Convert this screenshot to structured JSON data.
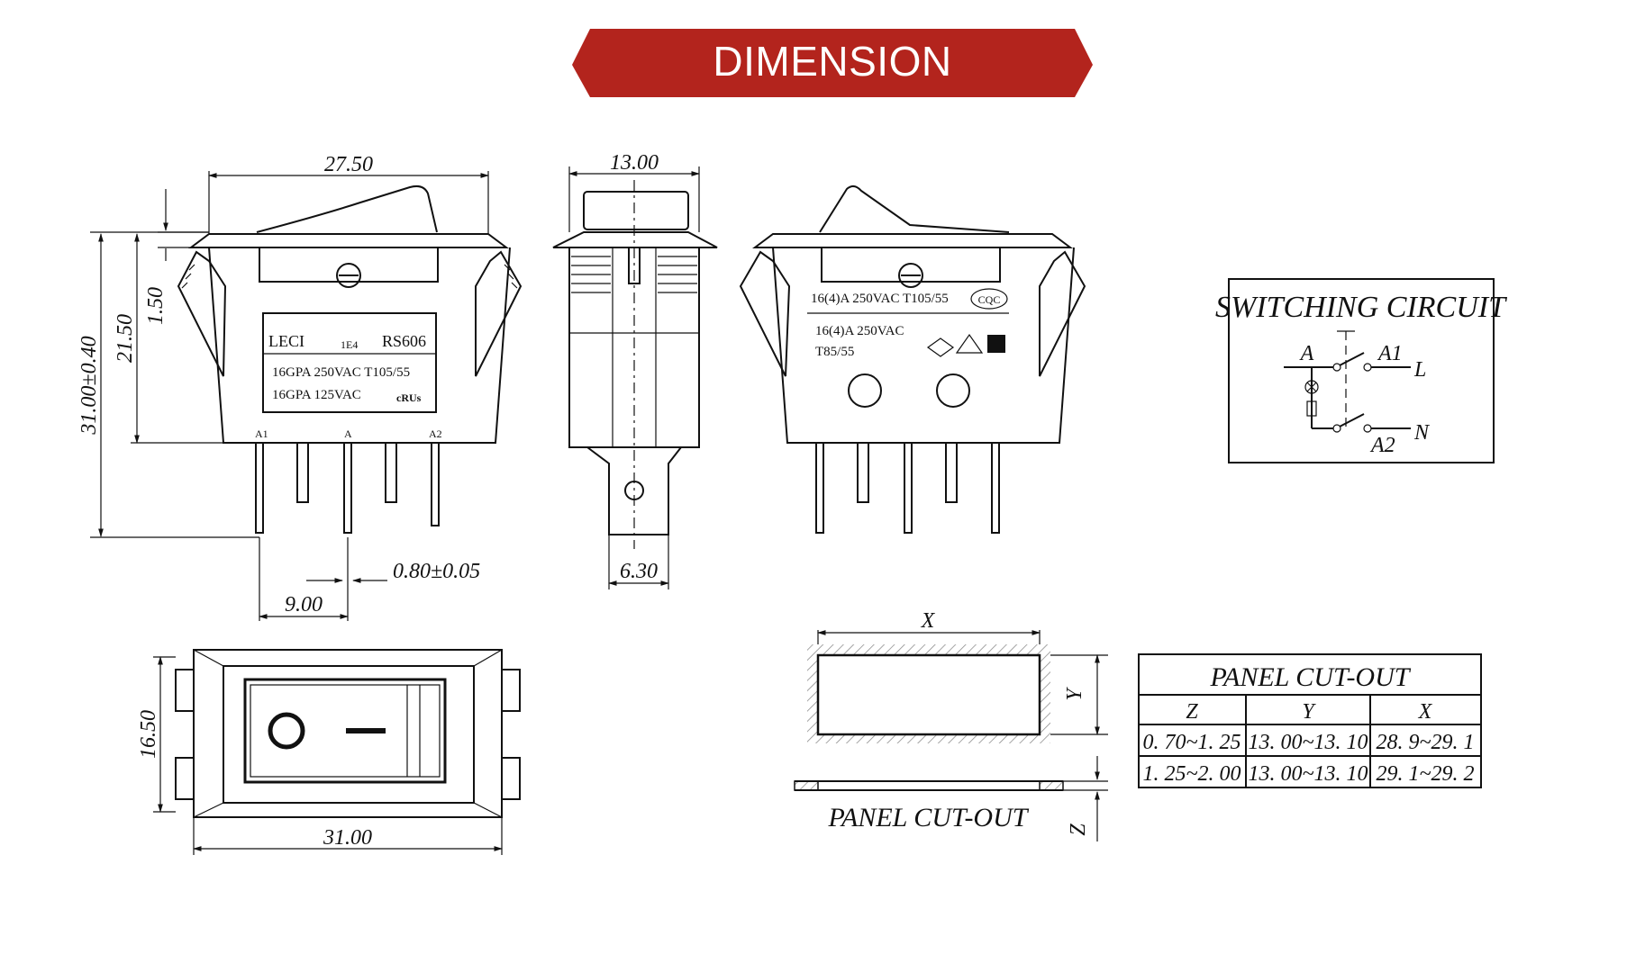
{
  "banner": {
    "title": "DIMENSION",
    "color": "#b3241d"
  },
  "front_view": {
    "dim_width": "27.50",
    "dim_height_total": "31.00±0.40",
    "dim_body_height": "21.50",
    "dim_step": "1.50",
    "dim_pin_pitch": "9.00",
    "dim_pin_thickness": "0.80±0.05",
    "label_brand": "LECI",
    "label_code": "1E4",
    "label_model": "RS606",
    "label_rating1": "16GPA  250VAC  T105/55",
    "label_rating2": "16GPA  125VAC",
    "pin_a1": "A1",
    "pin_a": "A",
    "pin_a2": "A2"
  },
  "side_view": {
    "dim_width": "13.00",
    "dim_terminal": "6.30"
  },
  "back_view": {
    "rating1": "16(4)A   250VAC  T105/55",
    "rating2": "16(4)A  250VAC",
    "rating3": "T85/55",
    "cqc_mark": "CQC"
  },
  "switching_circuit": {
    "title": "SWITCHING CIRCUIT",
    "label_a": "A",
    "label_a1": "A1",
    "label_l": "L",
    "label_a2": "A2",
    "label_n": "N"
  },
  "top_view": {
    "dim_height": "16.50",
    "dim_width": "31.00"
  },
  "panel_cutout_drawing": {
    "label_x": "X",
    "label_y": "Y",
    "label_z": "Z",
    "caption": "PANEL  CUT-OUT"
  },
  "panel_table": {
    "title": "PANEL  CUT-OUT",
    "headers": [
      "Z",
      "Y",
      "X"
    ],
    "rows": [
      [
        "0. 70~1. 25",
        "13. 00~13. 10",
        "28. 9~29. 1"
      ],
      [
        "1. 25~2. 00",
        "13. 00~13. 10",
        "29. 1~29. 2"
      ]
    ]
  }
}
